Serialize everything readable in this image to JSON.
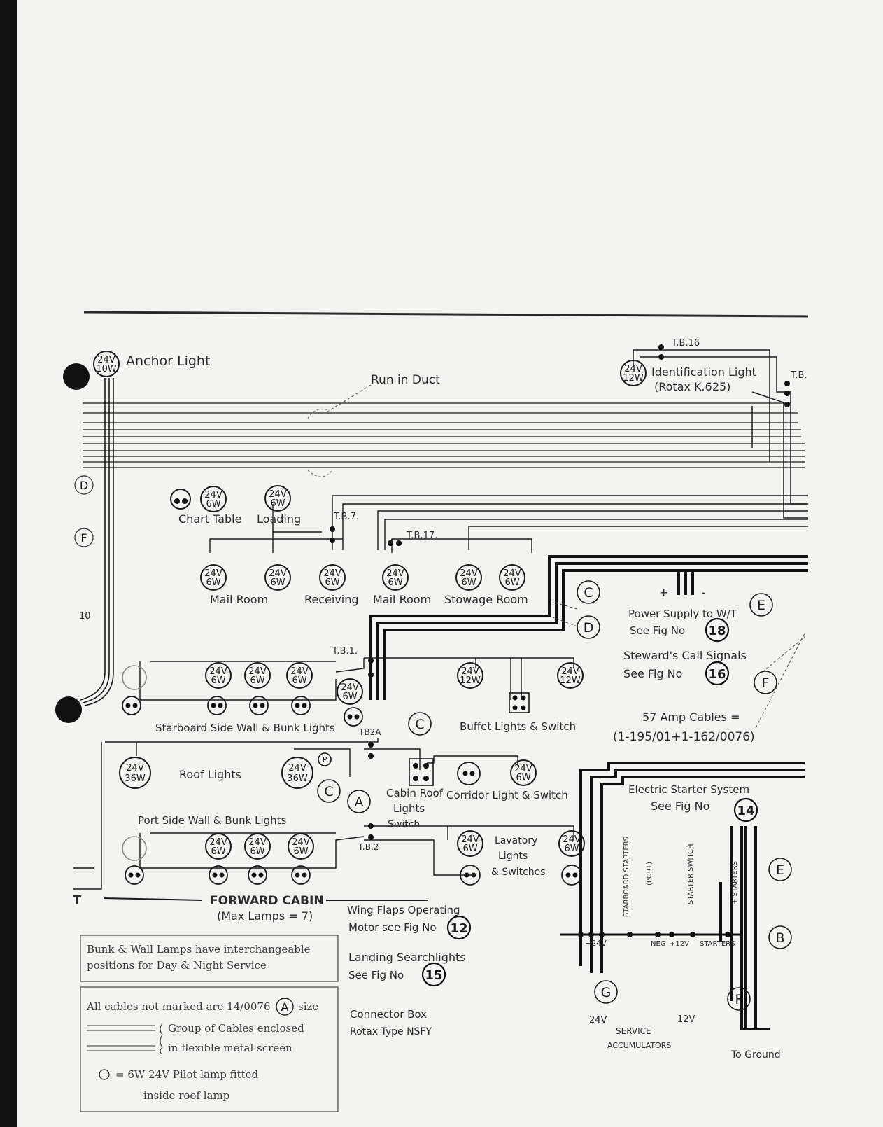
{
  "labels": {
    "anchor_light": "Anchor Light",
    "run_in_duct": "Run in Duct",
    "tb16": "T.B.16",
    "tb_right": "T.B.",
    "identification_light": "Identification Light",
    "identification_part": "(Rotax K.625)",
    "chart_table": "Chart Table",
    "loading": "Loading",
    "tb7": "T.B.7.",
    "tb17": "T.B.17.",
    "mail_room_1": "Mail Room",
    "receiving": "Receiving",
    "mail_room_2": "Mail Room",
    "stowage_room": "Stowage Room",
    "power_supply": "Power Supply to W/T",
    "see_fig_18": "See Fig No",
    "stewards_call": "Steward's Call Signals",
    "see_fig_16": "See Fig No",
    "amp_cables": "57 Amp Cables =",
    "amp_cables_spec": "(1-195/01+1-162/0076)",
    "tb1": "T.B.1.",
    "tb2a": "TB2A",
    "tb2": "T.B.2",
    "starboard": "Starboard Side Wall & Bunk Lights",
    "buffet": "Buffet Lights & Switch",
    "roof_lights": "Roof Lights",
    "cabin_roof": "Cabin Roof",
    "cabin_roof_2": "Lights",
    "cabin_roof_3": "Switch",
    "corridor": "Corridor Light & Switch",
    "electric_starter": "Electric Starter System",
    "see_fig_14": "See Fig No",
    "port_side": "Port Side Wall & Bunk Lights",
    "lavatory_1": "Lavatory",
    "lavatory_2": "Lights",
    "lavatory_3": "& Switches",
    "forward_cabin": "FORWARD CABIN",
    "max_lamps": "(Max Lamps = 7)",
    "wing_flaps_1": "Wing Flaps Operating",
    "wing_flaps_2": "Motor see Fig No",
    "landing_1": "Landing Searchlights",
    "landing_2": "See Fig No",
    "connector_1": "Connector Box",
    "connector_2": "Rotax Type NSFY",
    "plus24": "+24V",
    "neg": "NEG",
    "plus12": "+12V",
    "starters": "STARTERS",
    "v24": "24V",
    "v12": "12V",
    "service_1": "SERVICE",
    "service_2": "ACCUMULATORS",
    "to_ground": "To Ground",
    "starboard_starters": "STARBOARD STARTERS",
    "port_starters": "(PORT)",
    "starter_switch": "STARTER SWITCH",
    "plus_starters": "+ STARTERS",
    "margin_t": "T",
    "margin_10": "10",
    "plus": "+",
    "minus": "-"
  },
  "fig_refs": {
    "w_t": "18",
    "stewards": "16",
    "starter": "14",
    "wing_flaps": "12",
    "landing": "15"
  },
  "letters": {
    "c": "C",
    "d": "D",
    "e": "E",
    "f": "F",
    "a": "A",
    "b": "B",
    "g": "G",
    "p": "P"
  },
  "lamps": {
    "anchor": [
      "24V",
      "10W"
    ],
    "ident": [
      "24V",
      "12W"
    ],
    "v24_6w": [
      "24V",
      "6W"
    ],
    "v24_12w": [
      "24V",
      "12W"
    ],
    "v24_36w": [
      "24V",
      "36W"
    ]
  },
  "notes": {
    "box1_line1": "Bunk & Wall Lamps have interchangeable",
    "box1_line2": "positions for Day & Night Service",
    "box2_line1": "All cables not marked are 14/0076",
    "box2_line1_end": "size",
    "box2_group_1": "Group of Cables enclosed",
    "box2_group_2": "in flexible metal screen",
    "box2_pilot_1": "= 6W 24V Pilot lamp fitted",
    "box2_pilot_2": "inside roof lamp"
  },
  "colors": {
    "ink": "#1a1a1a",
    "paper": "#f3f3f1",
    "binding": "#121212"
  }
}
